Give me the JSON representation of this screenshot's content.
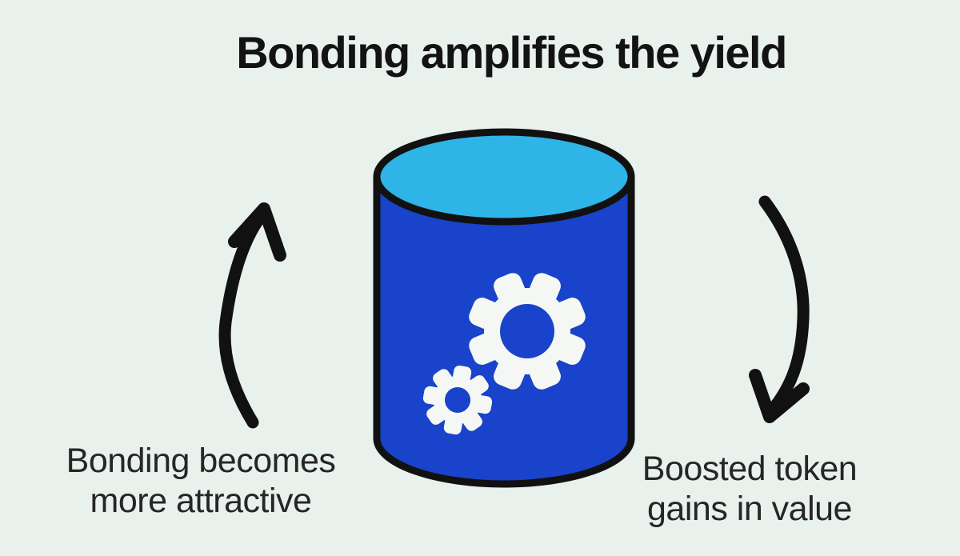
{
  "title": "Bonding amplifies the yield",
  "labels": {
    "left": {
      "line1": "Bonding becomes",
      "line2": "more attractive"
    },
    "right": {
      "line1": "Boosted token",
      "line2": "gains in value"
    }
  },
  "icons": {
    "cylinder": "database-cylinder",
    "large_gear": "gear-icon",
    "small_gear": "gear-icon",
    "left_arrow": "curved-arrow-up",
    "right_arrow": "curved-arrow-down"
  },
  "colors": {
    "background": "#e8f1ec",
    "cylinder_body": "#1843ca",
    "cylinder_top": "#2fb4e8",
    "outline": "#111111",
    "gear_white": "#f4f7f3",
    "arrow": "#111111",
    "title_text": "#131313",
    "label_text": "#262626"
  }
}
